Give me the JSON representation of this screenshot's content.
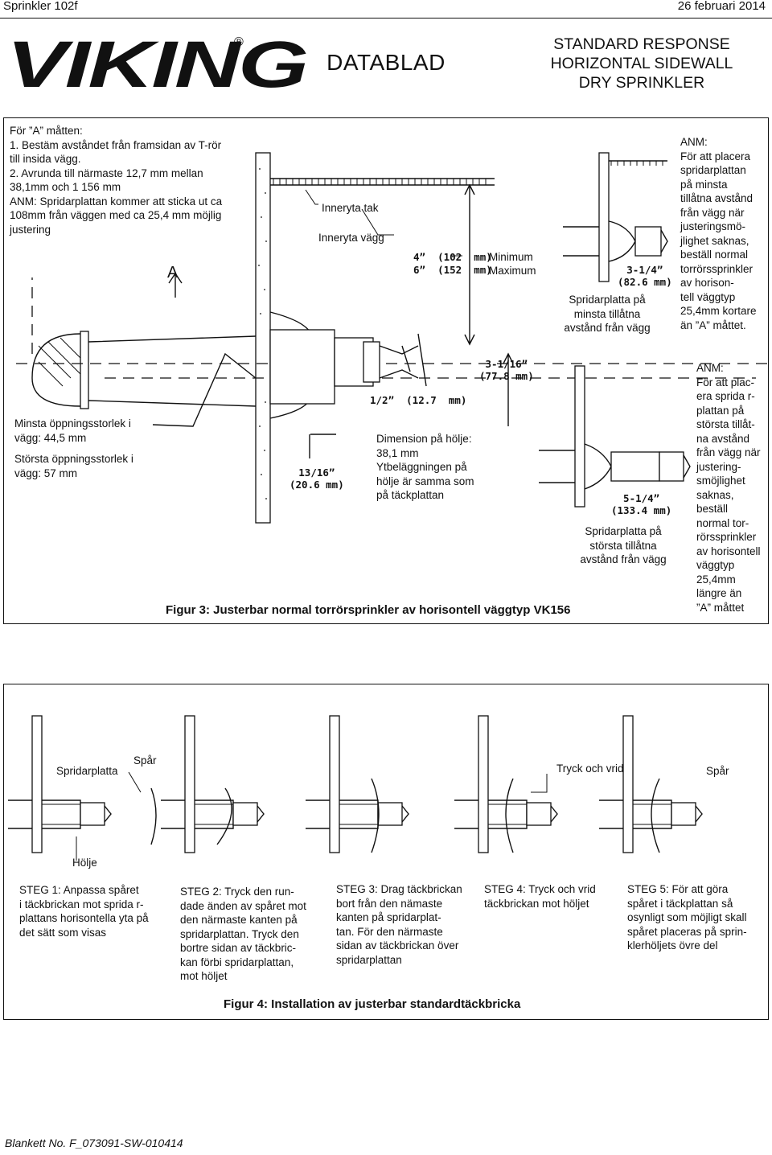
{
  "header": {
    "left": "Sprinkler 102f",
    "right": "26 februari 2014",
    "brand": "VIKING",
    "reg_mark": "®",
    "doc_type": "DATABLAD",
    "title_lines": [
      "STANDARD RESPONSE",
      "HORIZONTAL SIDEWALL",
      "DRY SPRINKLER"
    ]
  },
  "figure3": {
    "instructions": "För ”A” måtten:\n1. Bestäm avståndet från  framsidan av T-rör\n    till insida vägg.\n2. Avrunda till närmaste 12,7 mm mellan\n    38,1mm och 1 156 mm\nANM: Spridarplattan kommer att sticka ut ca\n108mm från väggen med ca 25,4 mm möjlig\njustering",
    "label_ceiling": "Inneryta tak",
    "label_wall": "Inneryta vägg",
    "dim_a": "A",
    "dim_min_inch": "4”  (102  mm)",
    "dim_max_inch": "6”  (152  mm)",
    "dim_min_word": "Minimum",
    "dim_max_word": "Maximum",
    "opening_min": "Minsta öppningsstorlek i\nvägg: 44,5 mm",
    "opening_max": "Största öppningsstorlek i\nvägg: 57 mm",
    "dim_1316": "13/16”\n(20.6  mm)",
    "dim_12": "1/2”  (12.7  mm)",
    "dim_3116": "3-1/16”\n(77.8  mm)",
    "escutcheon": "Dimension på hölje:\n38,1 mm\nYtbeläggningen på\nhölje är samma som\npå täckplattan",
    "inset_top_dim": "3-1/4”\n(82.6  mm)",
    "inset_top_caption": "Spridarplatta på\nminsta tillåtna\navstånd från vägg",
    "inset_top_note": "ANM:\nFör att placera\nspridarplattan\npå minsta\ntillåtna avstånd\nfrån vägg när\njusteringsmö-\njlighet saknas,\nbeställ normal\ntorrörssprinkler\nav horison-\ntell väggtyp\n25,4mm kortare\nän ”A” måttet.",
    "inset_bot_dim": "5-1/4”\n(133.4  mm)",
    "inset_bot_caption": "Spridarplatta på\nstörsta tillåtna\navstånd från vägg",
    "inset_bot_note": "ANM:\nFör att plac-\nera sprida r-\nplattan på\nstörsta tillåt-\nna avstånd\nfrån vägg när\njustering-\nsmöjlighet\nsaknas,\nbeställ\nnormal tor-\nrörssprinkler\nav horisontell\nväggtyp\n25,4mm\nlängre  än\n”A” måttet",
    "caption": "Figur 3: Justerbar normal torrörsprinkler av horisontell väggtyp VK156"
  },
  "figure4": {
    "label_deflector": "Spridarplatta",
    "label_slot": "Spår",
    "label_housing": "Hölje",
    "label_push_turn": "Tryck och vrid",
    "label_slot2": "Spår",
    "steps": [
      "STEG 1: Anpassa spåret\ni täckbrickan mot sprida r-\nplattans horisontella yta på\ndet sätt som visas",
      "STEG 2: Tryck den run-\ndade änden av spåret mot\nden närmaste kanten på\nspridarplattan. Tryck den\nbortre sidan av täckbric-\nkan förbi spridarplattan,\nmot höljet",
      "STEG 3: Drag täckbrickan\nbort från den nämaste\nkanten på spridarplat-\ntan. För den närmaste\nsidan av täckbrickan över\nspridarplattan",
      "STEG 4: Tryck och vrid\ntäckbrickan mot höljet",
      "STEG 5: För att göra\nspåret i täckplattan så\nosynligt som möjligt skall\nspåret placeras på sprin-\nklerhöljets övre del"
    ],
    "caption": "Figur 4: Installation av justerbar standardtäckbricka"
  },
  "footer": "Blankett No. F_073091-SW-010414",
  "colors": {
    "header_line": "#111111",
    "text": "#111111"
  }
}
